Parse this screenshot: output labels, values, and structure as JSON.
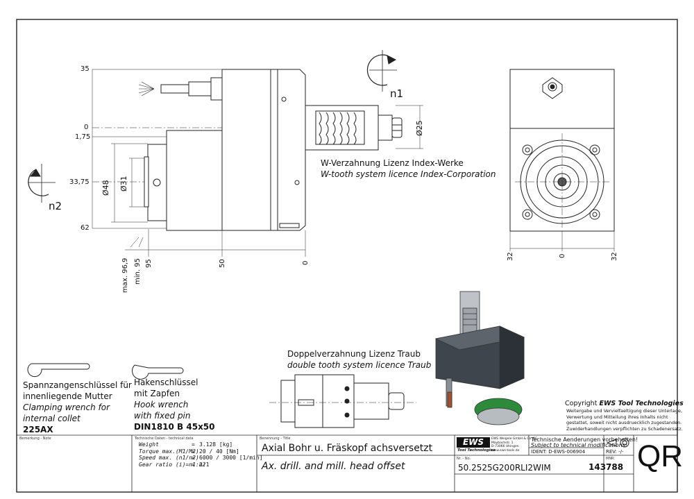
{
  "drawing": {
    "top_dims": [
      "35",
      "0",
      "1,75",
      "33,75",
      "62"
    ],
    "bottom_dims": [
      "max. 96,9",
      "min. 95",
      "95",
      "50",
      "0"
    ],
    "diameters": [
      "Ø48",
      "Ø31",
      "Ø25"
    ],
    "rotation_1": "n1",
    "rotation_2": "n2",
    "side_dims": [
      "32",
      "0",
      "32"
    ]
  },
  "notes": {
    "w_tooth_de": "W-Verzahnung Lizenz Index-Werke",
    "w_tooth_en": "W-tooth system licence Index-Corporation",
    "double_tooth_de": "Doppelverzahnung Lizenz Traub",
    "double_tooth_en": "double tooth system licence Traub"
  },
  "accessories": {
    "wrench1": {
      "de_line1": "Spannzangenschlüssel für",
      "de_line2": "innenliegende Mutter",
      "en_line1": "Clamping wrench for",
      "en_line2": "internal collet",
      "code": "225AX"
    },
    "wrench2": {
      "de_line1": "Hakenschlüssel",
      "de_line2": "mit Zapfen",
      "en_line1": "Hook wrench",
      "en_line2": "with fixed pin",
      "code": "DIN1810 B 45x50"
    }
  },
  "copyright": {
    "title_prefix": "Copyright ",
    "title_brand": "EWS Tool Technologies",
    "line1": "Weitergabe und Vervielfaeltigung dieser Unterlage,",
    "line2": "Verwertung und Mitteilung ihres Inhalts nicht",
    "line3": "gestattet, soweit nicht ausdruecklich zugestanden.",
    "line4": "Zuwiderhandlungen verpflichten zu Schadenersatz."
  },
  "titleblock": {
    "remark_label": "Bemerkung - Note",
    "techdata_label": "Technische Daten - technical data",
    "specs": [
      {
        "label": "Weight",
        "eq": "=",
        "value": "3.128 [kg]"
      },
      {
        "label": "Torque max.(M1/M2)",
        "eq": "=",
        "value": "20 / 40 [Nm]"
      },
      {
        "label": "Speed max. (n1/n2)",
        "eq": "=",
        "value": "6000 / 3000 [1/min]"
      },
      {
        "label": "Gear ratio  (i)=n1:n2",
        "eq": "=",
        "value": "2:1"
      }
    ],
    "title_label": "Benennung - Title",
    "title_de": "Axial Bohr u. Fräskopf achsversetzt",
    "title_en": "Ax. drill. and mill. head offset",
    "logo_text": "EWS",
    "logo_sub": "Tool Technologies",
    "company_line1": "EWS Weigele GmbH & Co. KG",
    "company_line2": "Maybachstr. 1",
    "company_line3": "D-73066 Uhingen",
    "company_line4": "www.ews-tools.de",
    "number_label": "Nr. - No.",
    "part_number": "50.2525G200RLI2WIM",
    "change_de": "Technische Aenderungen vorbehalten!",
    "change_en": "Subject to technical modifications!",
    "ident_label": "IDENT:",
    "ident_value": "D-EWS-006904",
    "rev_label": "REV:",
    "rev_value": "-/-",
    "mnr_label": "MNR:",
    "mnr_value": "143788",
    "qr": "QR"
  }
}
